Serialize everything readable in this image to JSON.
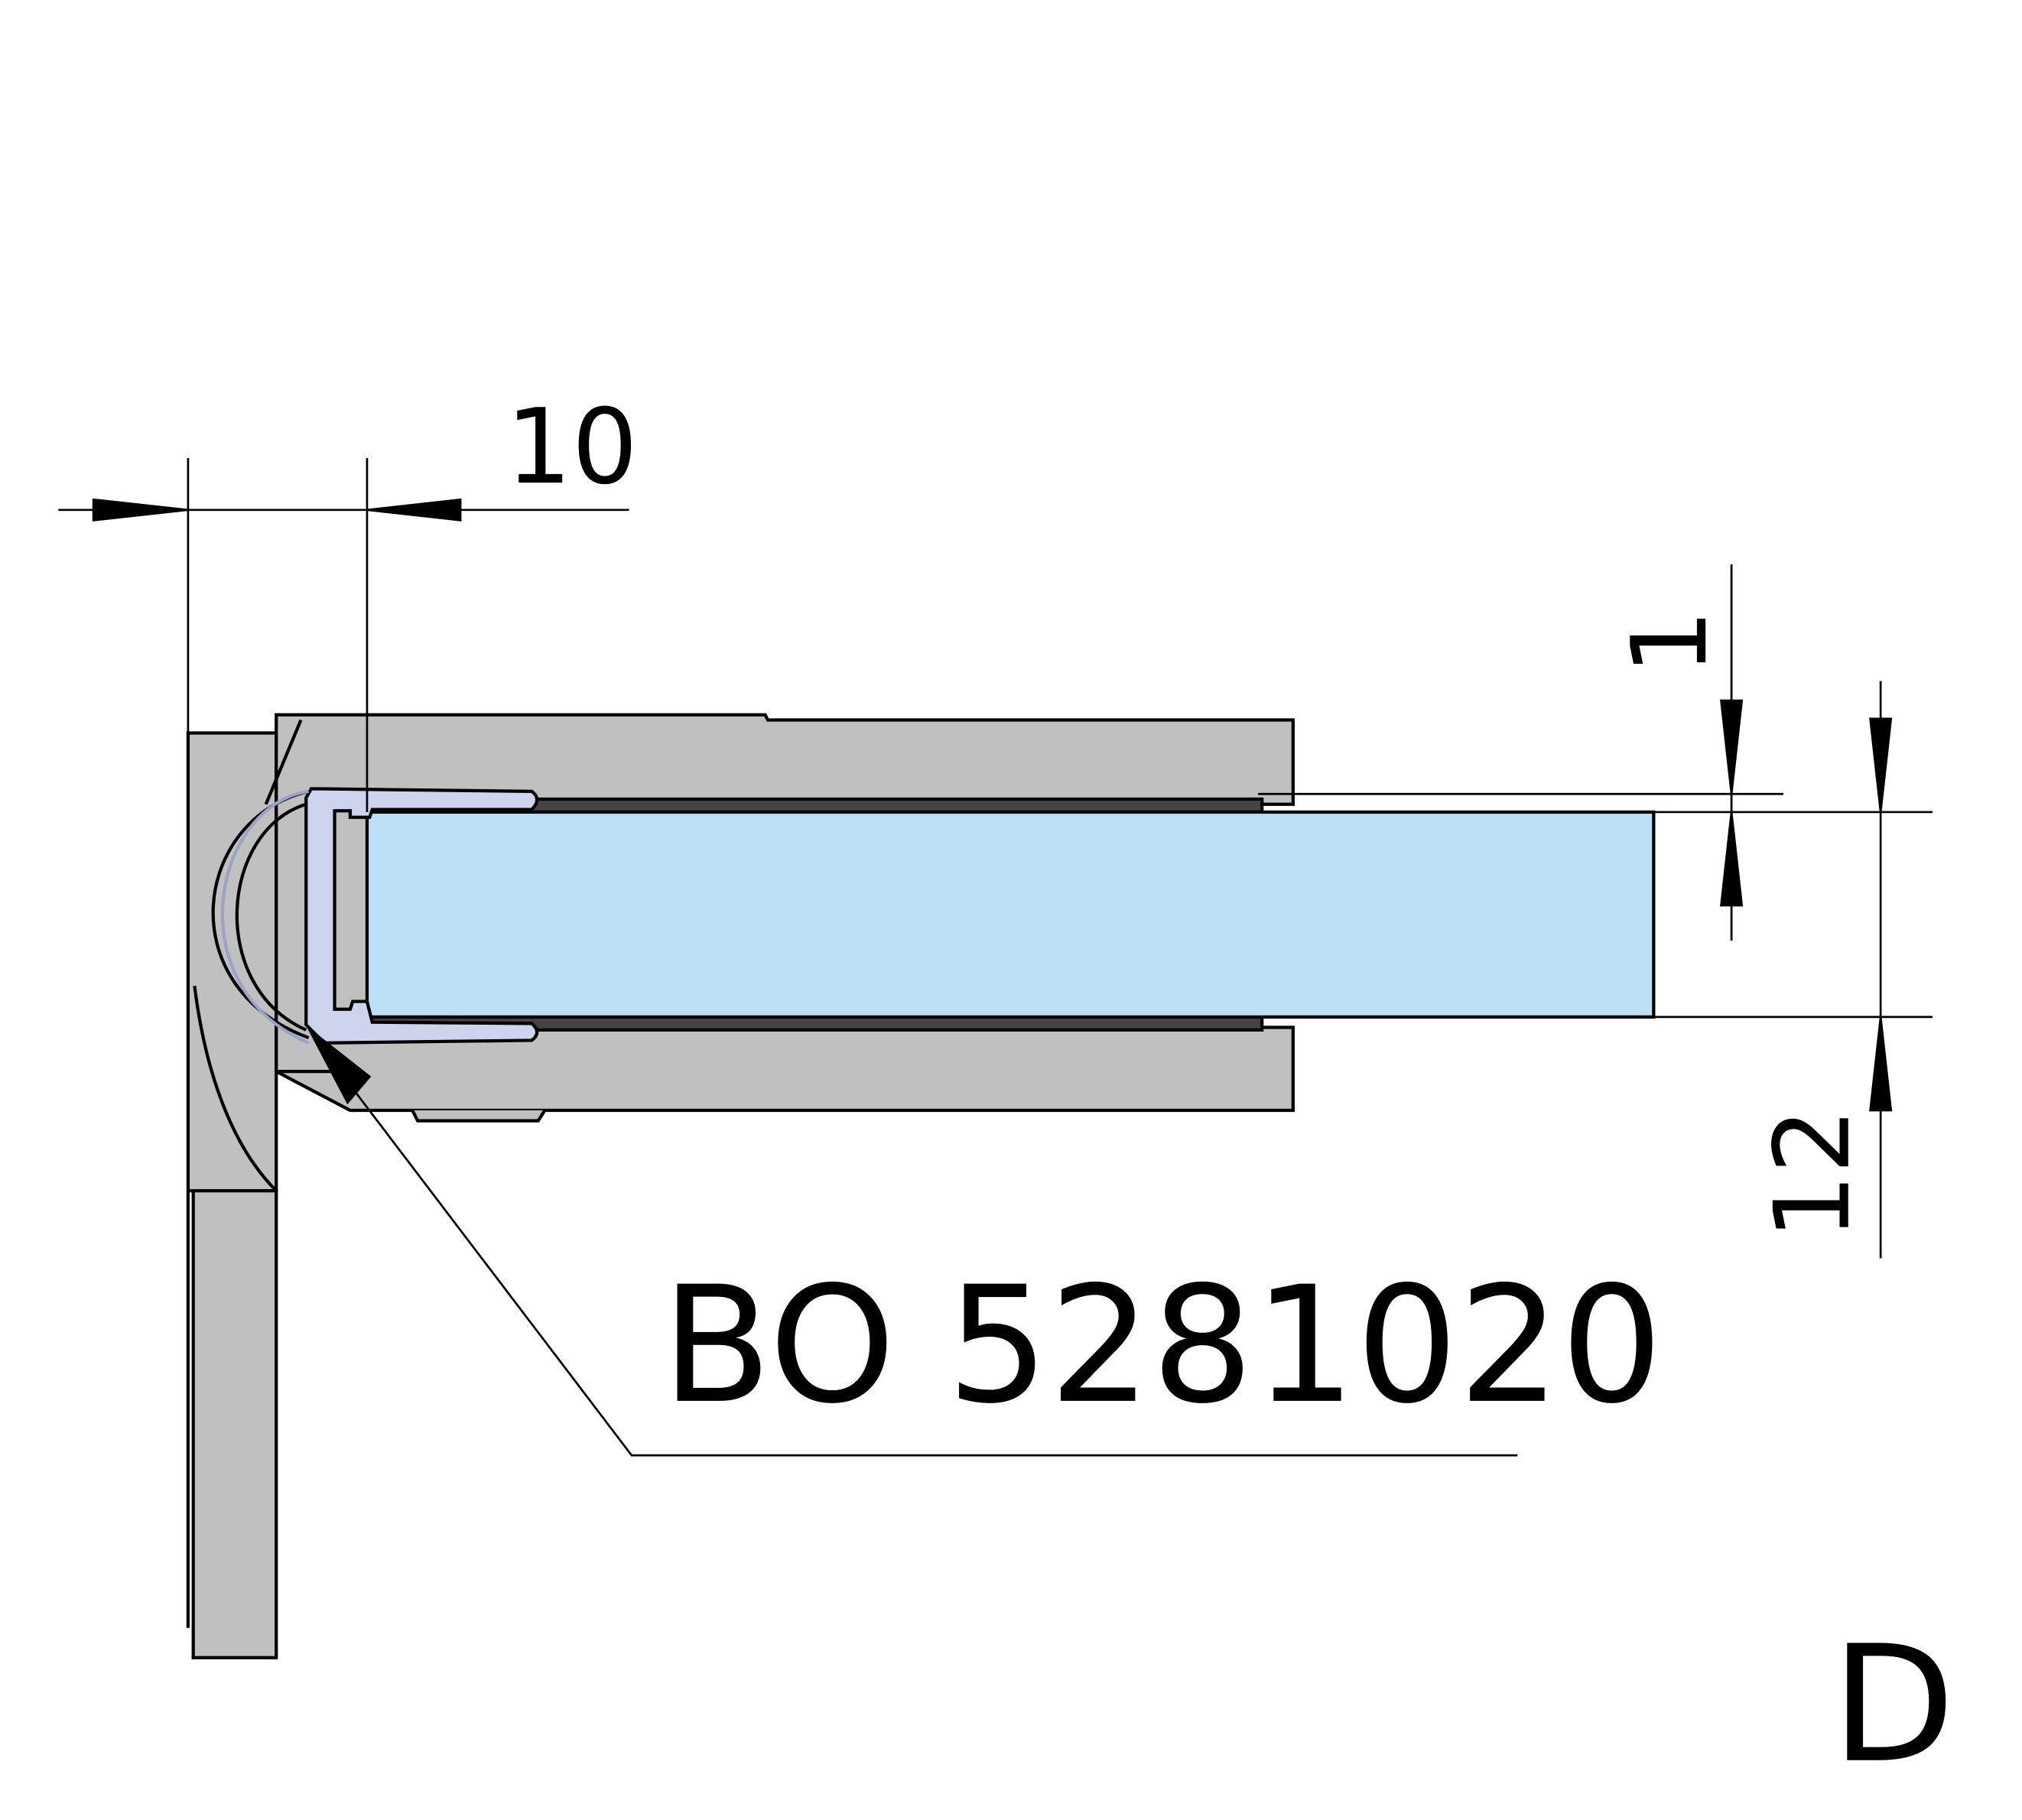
{
  "drawing": {
    "dimensions": {
      "width_label": "10",
      "gap_label": "1",
      "thickness_label": "12"
    },
    "part_number": "BO 5281020",
    "view_label": "D",
    "colors": {
      "metal": "#c0c0c0",
      "glass": "#bde0f6",
      "seal": "#ccd4ee",
      "line": "#000000"
    }
  }
}
